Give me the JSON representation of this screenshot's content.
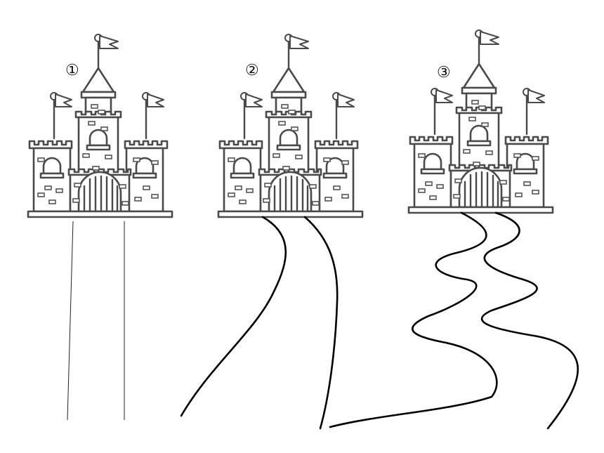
{
  "labels": {
    "castle_1": "①",
    "castle_2": "②",
    "castle_3": "③"
  },
  "icons": [
    "castle-icon",
    "flag-icon"
  ],
  "colors": {
    "outline": "#4a4a4a",
    "road": "#000000",
    "background": "#ffffff"
  }
}
